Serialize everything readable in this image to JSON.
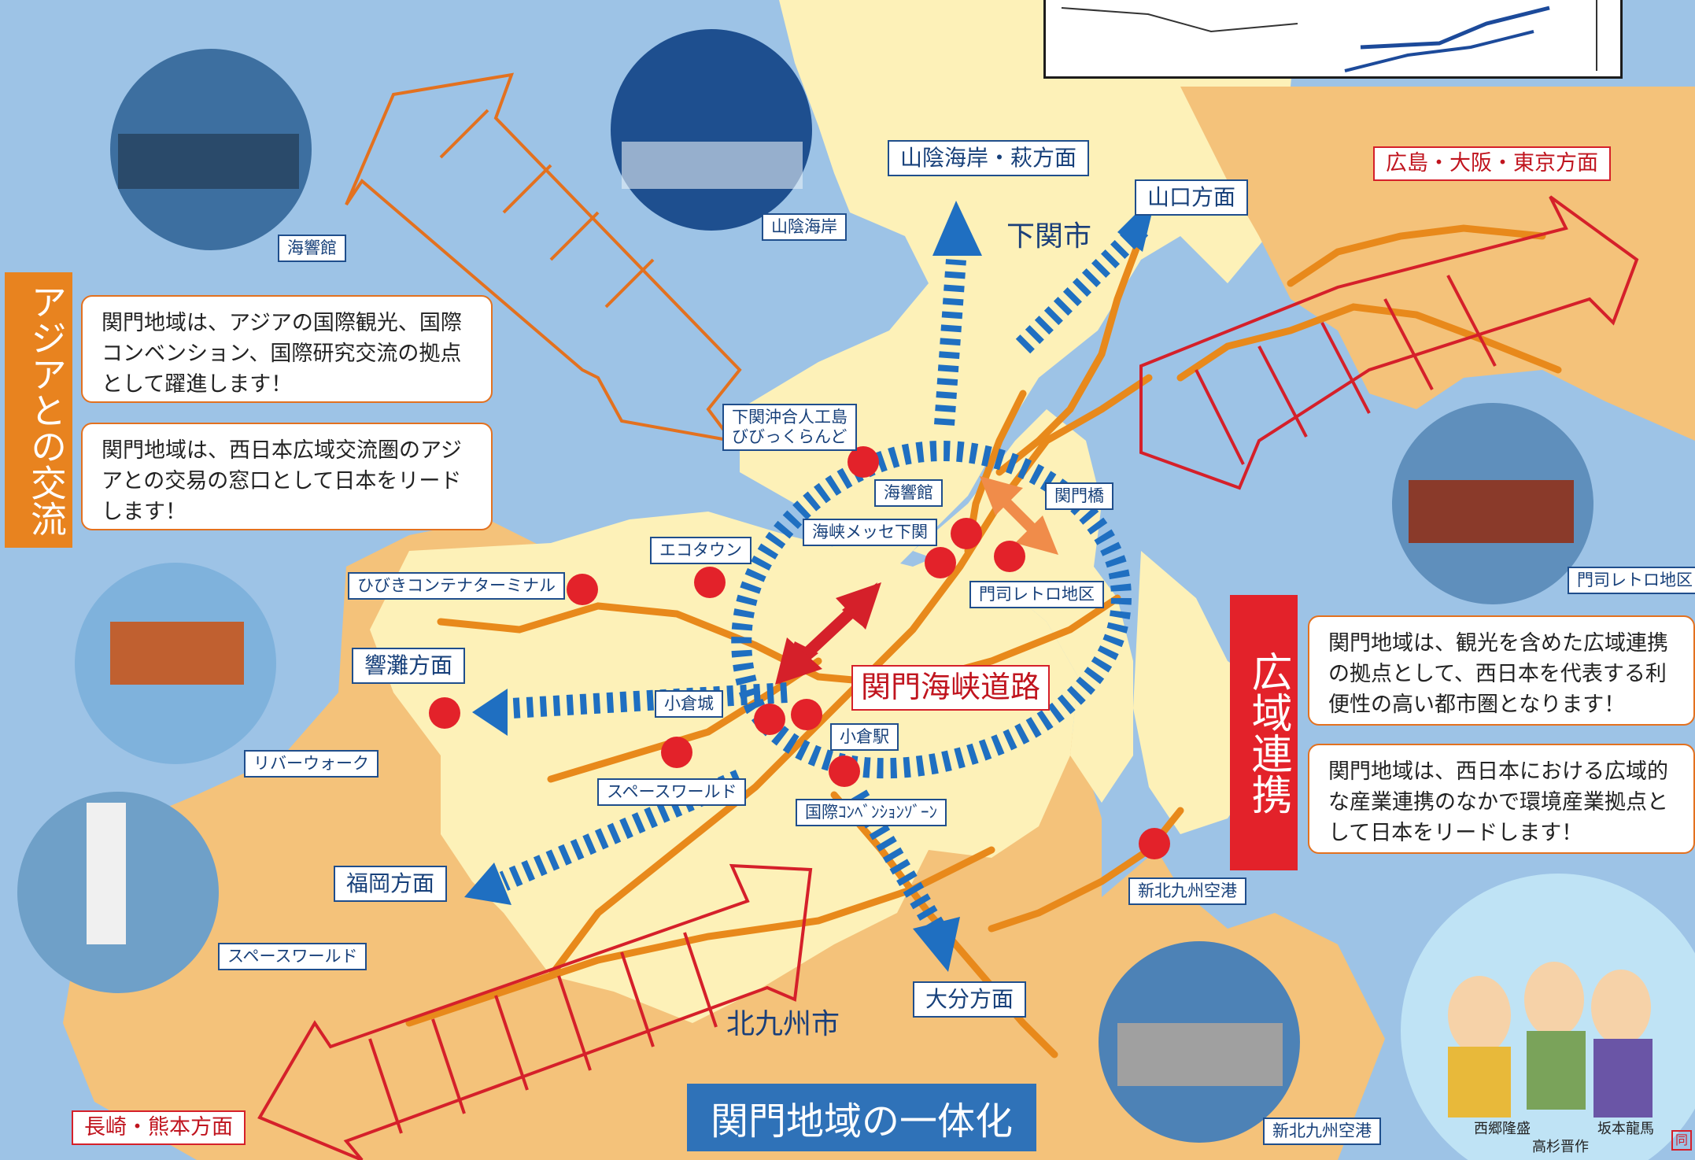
{
  "colors": {
    "sea": "#9dc3e6",
    "kyushu_land": "#f4c27a",
    "kanmon_land": "#fdf1b8",
    "road": "#e8891b",
    "blue_arrow": "#1f6fc1",
    "red_arrow": "#d5202a",
    "orange_arrow": "#e3711f",
    "spot": "#e3222a"
  },
  "titles": {
    "asia": "アジアとの交流",
    "wide_area": "広域連携",
    "unification": "関門地域の一体化"
  },
  "cities": {
    "shimonoseki": "下関市",
    "kitakyushu": "北九州市"
  },
  "messages": {
    "asia_1": "関門地域は、アジアの国際観光、国際コンベンション、国際研究交流の拠点として躍進します！",
    "asia_2": "関門地域は、西日本広域交流圏のアジアとの交易の窓口として日本をリードします！",
    "wide_1": "関門地域は、観光を含めた広域連携の拠点として、西日本を代表する利便性の高い都市圏となります！",
    "wide_2": "関門地域は、西日本における広域的な産業連携のなかで環境産業拠点として日本をリードします！"
  },
  "directions": {
    "sanin": "山陰海岸・萩方面",
    "yamaguchi": "山口方面",
    "hiroshima": "広島・大阪・東京方面",
    "hibikinada": "響灘方面",
    "fukuoka": "福岡方面",
    "oita": "大分方面",
    "nagasaki": "長崎・熊本方面"
  },
  "road_label": "関門海峡道路",
  "places": {
    "kaikyokan_photo": "海響館",
    "sanin_photo": "山陰海岸",
    "bikkurando": "下関沖合人工島\nびびっくらんど",
    "kaikyokan": "海響館",
    "kanmon_bridge": "関門橋",
    "messe": "海峡メッセ下関",
    "ecotown": "エコタウン",
    "hibiki_terminal": "ひびきコンテナターミナル",
    "mojiko_retro": "門司レトロ地区",
    "kokura_castle": "小倉城",
    "kokura_station": "小倉駅",
    "space_world": "スペースワールド",
    "convention_zone": "国際ｺﾝﾍﾞﾝｼｮﾝｿﾞｰﾝ",
    "riverwalk_photo": "リバーウォーク",
    "spaceworld_photo": "スペースワールド",
    "mojiko_photo": "門司レトロ地区",
    "airport": "新北九州空港",
    "airport_photo": "新北九州空港"
  },
  "characters": {
    "saigo": "西郷隆盛",
    "sakamoto": "坂本龍馬",
    "takasugi": "高杉晋作"
  },
  "stamp": "同"
}
